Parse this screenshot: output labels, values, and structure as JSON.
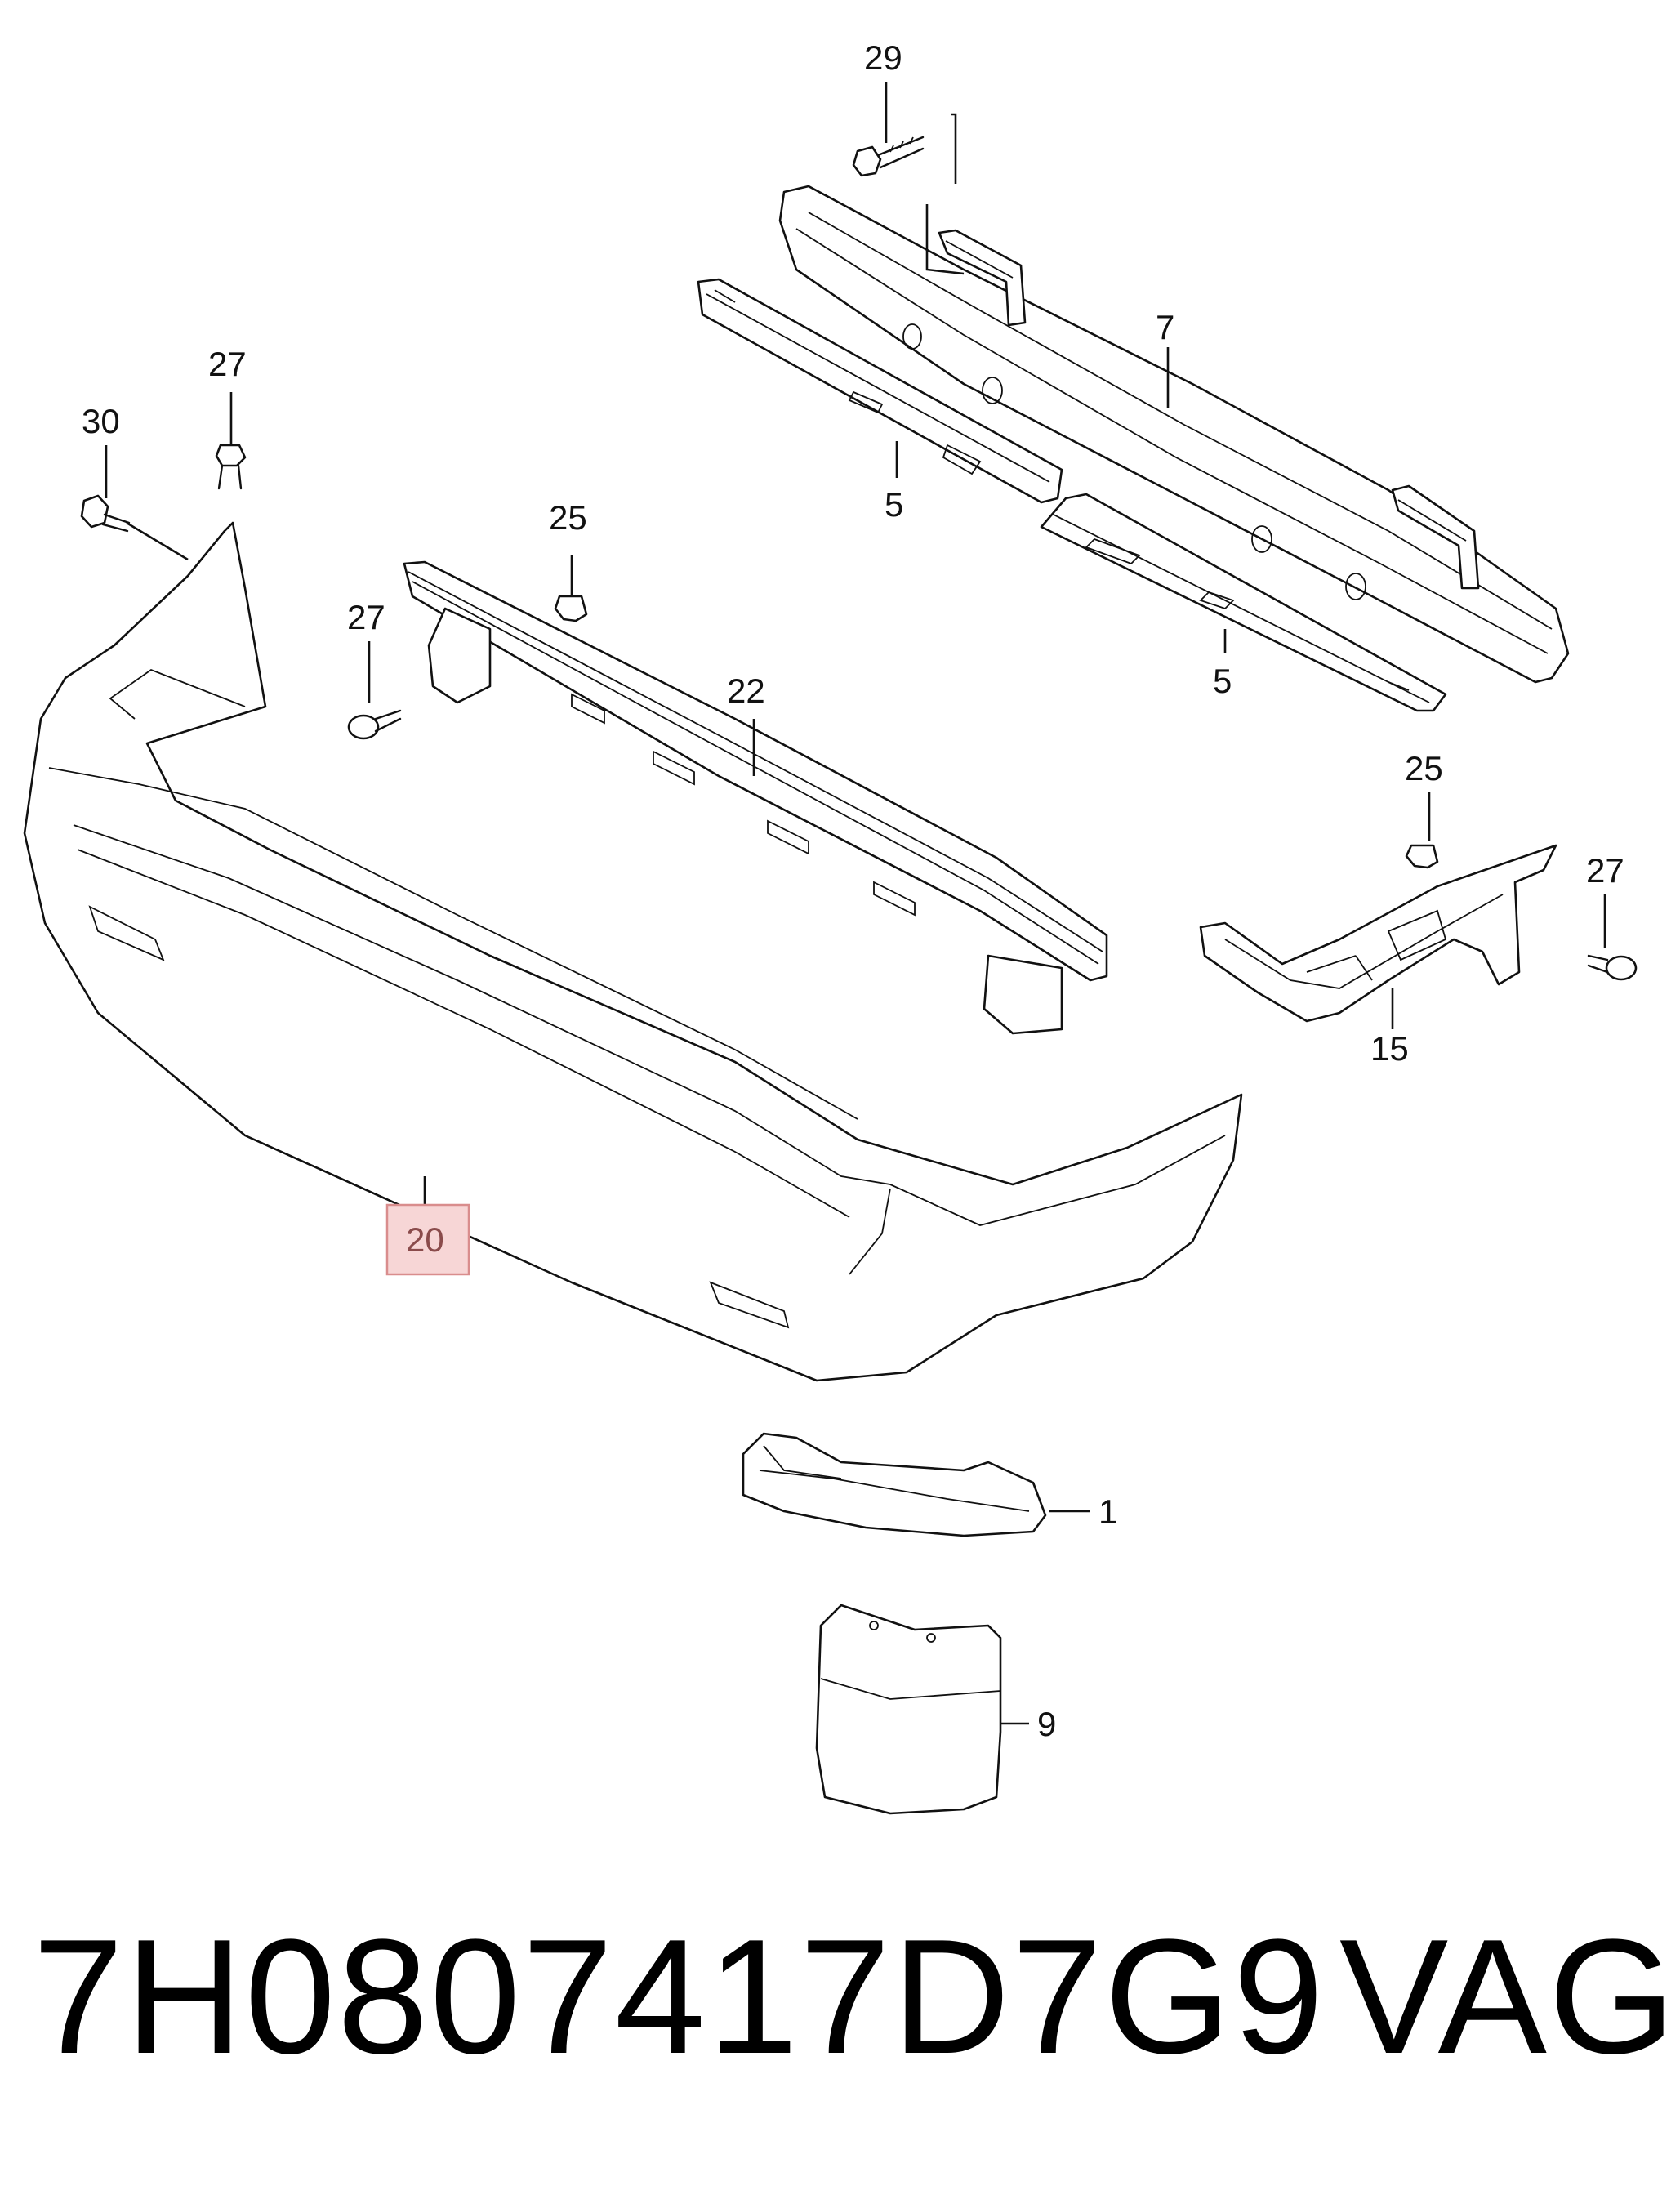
{
  "callouts": {
    "c1": "1",
    "c5a": "5",
    "c5b": "5",
    "c7": "7",
    "c9": "9",
    "c15": "15",
    "c20": "20",
    "c22": "22",
    "c25a": "25",
    "c25b": "25",
    "c27a": "27",
    "c27b": "27",
    "c27c": "27",
    "c29": "29",
    "c30": "30"
  },
  "highlighted_callout": "20",
  "highlight_color": "#f7d6d6",
  "caption": {
    "part_number": "7H0807417D7G9",
    "brand": "VAG"
  }
}
